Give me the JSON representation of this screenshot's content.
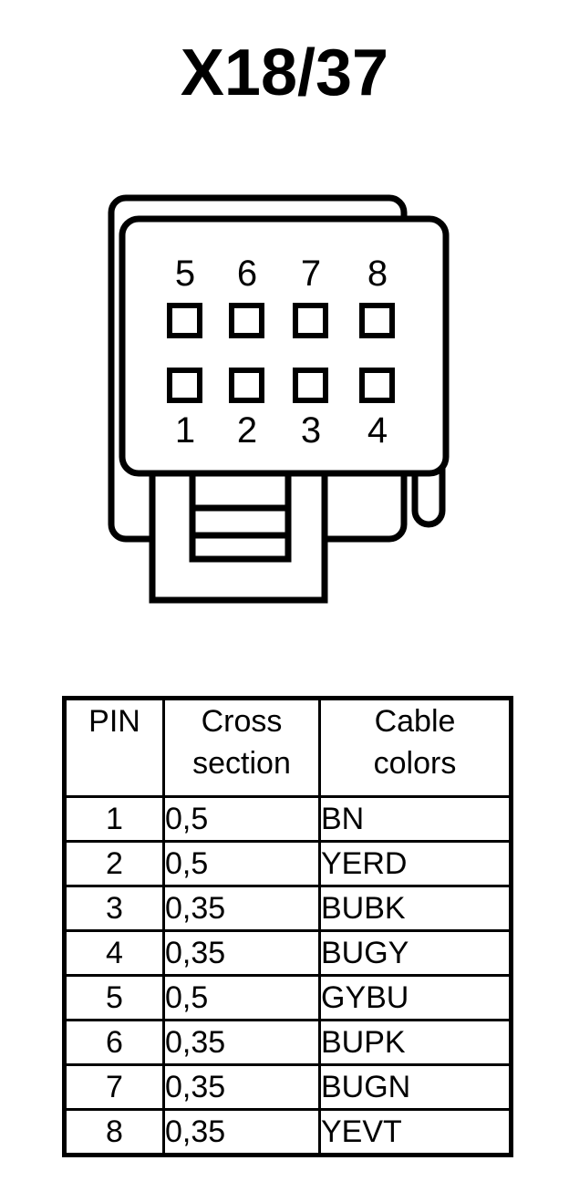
{
  "title": "X18/37",
  "connector": {
    "name": "8-pin automotive connector",
    "top_row_labels": [
      "5",
      "6",
      "7",
      "8"
    ],
    "bottom_row_labels": [
      "1",
      "2",
      "3",
      "4"
    ],
    "cavity_count": 8
  },
  "table": {
    "headers": {
      "pin": "PIN",
      "cross_line1": "Cross",
      "cross_line2": "section",
      "color_line1": "Cable",
      "color_line2": "colors"
    },
    "rows": [
      {
        "pin": "1",
        "cross_section": "0,5",
        "cable_colors": "BN"
      },
      {
        "pin": "2",
        "cross_section": "0,5",
        "cable_colors": "YERD"
      },
      {
        "pin": "3",
        "cross_section": "0,35",
        "cable_colors": "BUBK"
      },
      {
        "pin": "4",
        "cross_section": "0,35",
        "cable_colors": "BUGY"
      },
      {
        "pin": "5",
        "cross_section": "0,5",
        "cable_colors": "GYBU"
      },
      {
        "pin": "6",
        "cross_section": "0,35",
        "cable_colors": "BUPK"
      },
      {
        "pin": "7",
        "cross_section": "0,35",
        "cable_colors": "BUGN"
      },
      {
        "pin": "8",
        "cross_section": "0,35",
        "cable_colors": "YEVT"
      }
    ]
  },
  "colors": {
    "ink": "#000000",
    "background": "#ffffff"
  }
}
